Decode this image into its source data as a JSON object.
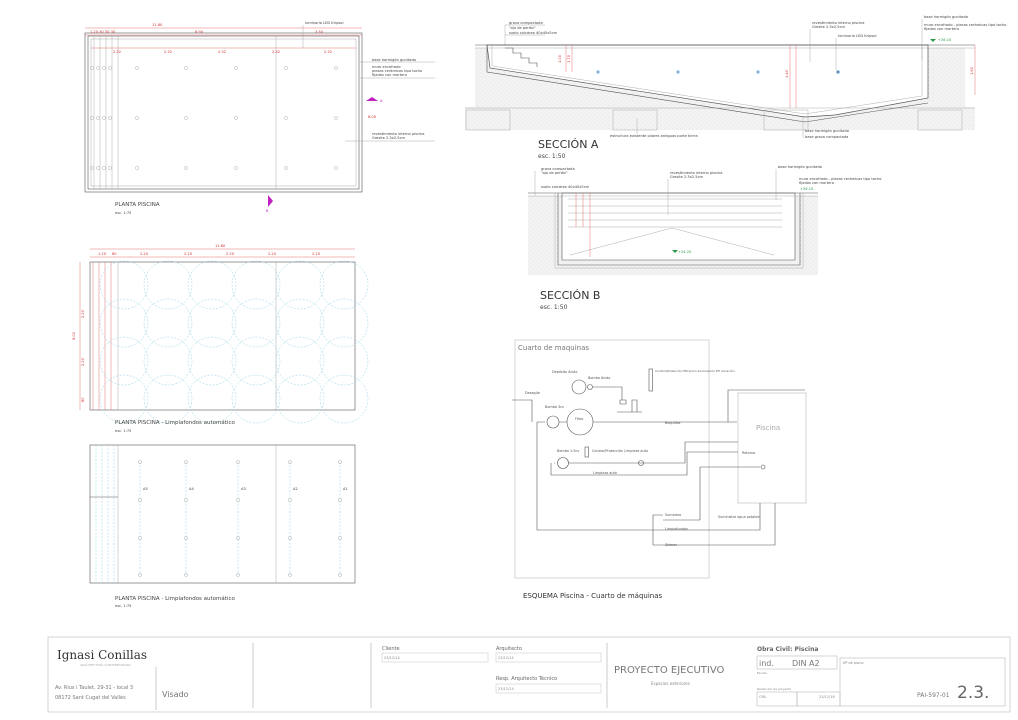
{
  "plan1": {
    "title": "PLANTA PISCINA",
    "scale": "esc. 1:75",
    "dim_total": "11.80",
    "dim_a": "6.90",
    "dim_b": "3.50",
    "dim_c": "2.32",
    "dim_side": "6.00",
    "dim_small": "1.20  30 30 30",
    "label_light": "luminaria LED Kripsol",
    "label_base": "base hormigón gunitado",
    "label_wall1": "muro encofrado",
    "label_wall2": "piezas cerámicas tipo tocho",
    "label_wall3": "fijadas con mortero",
    "label_lining1": "revestimiento interno piscina",
    "label_lining2": "Gresite 2.5x2.5cm",
    "marker_a": "A",
    "marker_b": "B"
  },
  "plan2": {
    "title": "PLANTA PISCINA - Limpiafondos automático",
    "scale": "esc. 1:75",
    "dim_total": "11.80",
    "dims_top": [
      "1.20",
      "80",
      "2.20",
      "2.20",
      "2.20",
      "2.20",
      "2.20"
    ],
    "dims_side": [
      "2.20",
      "2.20",
      "80"
    ],
    "dim_side_total": "6.00"
  },
  "plan3": {
    "title": "PLANTA PISCINA - Limpiafondos automático",
    "scale": "esc. 1:75",
    "lines": [
      "A5",
      "A4",
      "A3",
      "A2",
      "A1"
    ]
  },
  "sectionA": {
    "title": "SECCIÓN A",
    "scale": "esc. 1:50",
    "labels": [
      "grava compactada",
      "\"ojo de perdiz\"",
      "suelo calcáreo 40x40x5cm",
      "revestimiento interno piscina",
      "Gresite 2.5x2.5cm",
      "luminaria LED Kripsol",
      "base hormigón gunitado",
      "muro encofrado - piezas cerámicas tipo tocho",
      "fijadas con mortero",
      "estructura existente pilares antiguos porte tierra",
      "base hormigón gunitado",
      "base grava compactada"
    ],
    "level": "+26.10",
    "dims": [
      "1.00",
      "1.70",
      "1.40",
      "1.60"
    ]
  },
  "sectionB": {
    "title": "SECCIÓN B",
    "scale": "esc. 1:50",
    "labels": [
      "grava compactada",
      "\"ojo de perdiz\"",
      "suelo calcáreo 40x40x5cm",
      "revestimiento interno piscina",
      "Gresite 2.5x2.5cm",
      "base hormigón gunitado",
      "muro encofrado - piezas cerámicas tipo tocho",
      "fijadas con mortero"
    ],
    "level_top": "+26.10",
    "level_bottom": "+24.20"
  },
  "schematic": {
    "room_title": "Cuarto de maquinas",
    "caption": "ESQUEMA Piscina - Cuarto de máquinas",
    "pool": "Piscina",
    "labels": {
      "drain": "Desagüe",
      "tank": "Depósito Ácido",
      "dosing_pump": "Bomba Ácido",
      "control1": "Control/Protección filtración iluminación PH cloración",
      "pump": "Bomba 3cv",
      "filter": "Filtro",
      "nozzles": "Boquillas",
      "pump2": "Bomba 1.5cv",
      "control2": "Control/Protección Limpieza auto",
      "return": "Retorno",
      "cleaning": "Limpieza auto",
      "sump": "Sumidero",
      "cleaner": "Limpiafondos",
      "skimmer": "Skimer",
      "water_supply": "Suministro agua potable"
    }
  },
  "titleblock": {
    "firm": "Ignasi Conillas",
    "firm_sub": "ARQUITECTURA CONTEMPORANIA",
    "address1": "Av. Rius i Taulet, 29-31 - local 3",
    "address2": "08172 Sant Cugat del Vallès",
    "visado": "Visado",
    "client_label": "Cliente",
    "client_date": "23/12/14",
    "architect_label": "Arquitecto",
    "architect_date": "23/12/14",
    "tech_label": "Resp. Arquitecto Técnico",
    "tech_date": "23/12/14",
    "project": "PROYECTO EJECUTIVO",
    "project_sub": "Espacios exteriores",
    "work": "Obra Civil: Piscina",
    "ind": "ind.",
    "format": "DIN A2",
    "scale_label": "Escala",
    "drafting_label": "Redacción de proyecto",
    "drafter": "CML",
    "draft_date": "23/12/16",
    "plan_no_label": "Nº de plano",
    "plan_code": "PAI-597-01",
    "plan_no": "2.3."
  }
}
